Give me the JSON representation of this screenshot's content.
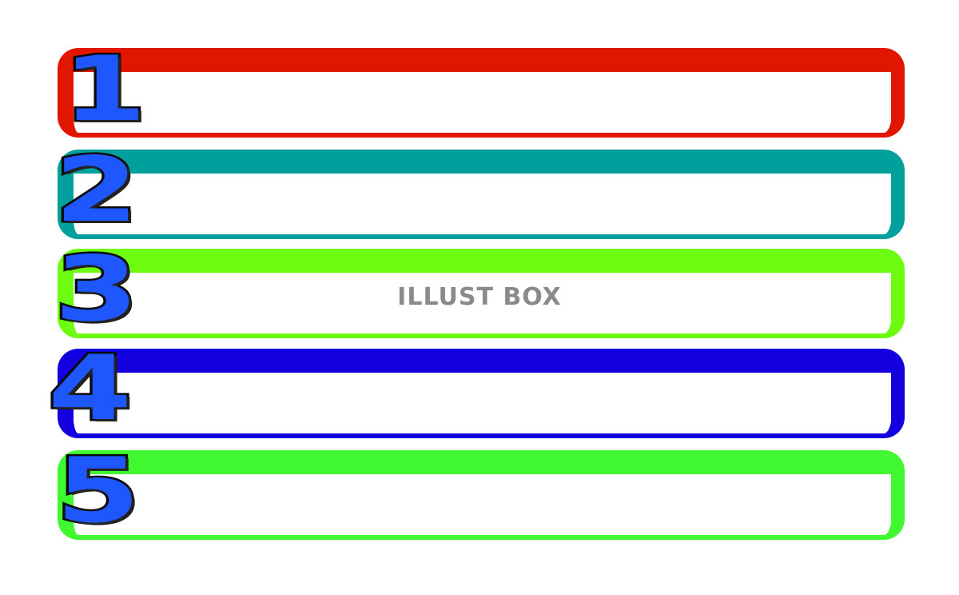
{
  "frames": [
    {
      "number": "1",
      "color": "#e01600"
    },
    {
      "number": "2",
      "color": "#00a09c"
    },
    {
      "number": "3",
      "color": "#6dfb10"
    },
    {
      "number": "4",
      "color": "#1200df"
    },
    {
      "number": "5",
      "color": "#3ff830"
    }
  ],
  "watermark": "ILLUST BOX",
  "number_fill_color": "#1f57ff",
  "number_outline_color": "#0a0a0a"
}
